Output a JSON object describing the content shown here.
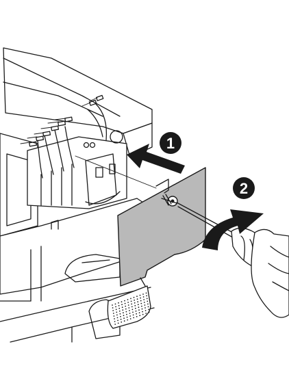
{
  "steps": [
    {
      "label": "1"
    },
    {
      "label": "2"
    }
  ],
  "colors": {
    "line": "#1a1a1a",
    "panel_fill": "#b9b9b9",
    "background": "#ffffff",
    "callout_fill": "#1a1a1a"
  },
  "icons": [
    "screwdriver-icon",
    "lamp-cover-panel",
    "push-arrow",
    "rotate-arrow"
  ]
}
